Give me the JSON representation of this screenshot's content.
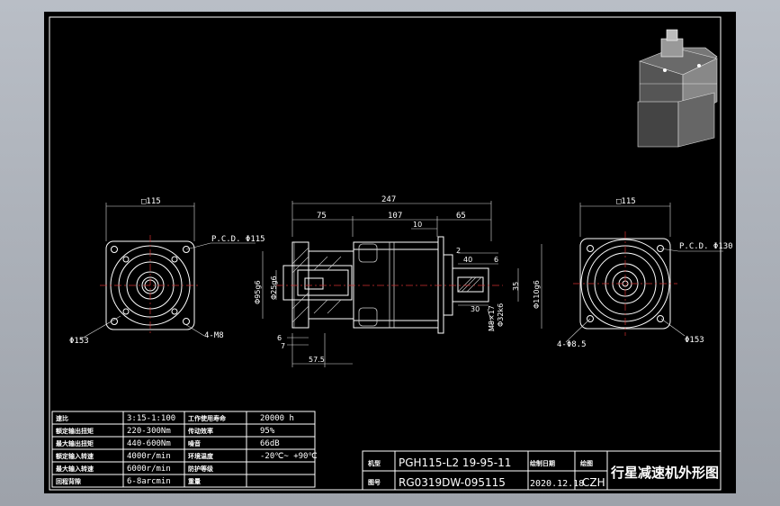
{
  "drawing": {
    "left_view": {
      "width_label": "□115",
      "pcd_label": "P.C.D. Φ115",
      "flange_dia": "Φ153",
      "holes_label": "4-M8"
    },
    "side_view": {
      "overall": "247",
      "seg_a": "75",
      "seg_b": "107",
      "seg_c": "65",
      "d_10": "10",
      "d_2": "2",
      "d_40": "40",
      "d_6": "6",
      "d_30": "30",
      "d_35": "35",
      "dia_95": "Φ95g6",
      "dia_25": "Φ25g6",
      "m8_17": "M8×17",
      "dia_110": "Φ110g6",
      "dia_32": "Φ32k6",
      "d_6b": "6",
      "d_7": "7",
      "d_57_5": "57.5"
    },
    "right_view": {
      "width_label": "□115",
      "pcd_label": "P.C.D. Φ130",
      "holes_label": "4-Φ8.5",
      "flange_dia": "Φ153"
    }
  },
  "spec_table": {
    "rows": [
      [
        "速比",
        "3:15-1:100",
        "工作使用寿命",
        "20000 h"
      ],
      [
        "额定输出扭矩",
        "220-300Nm",
        "传动效率",
        "95%"
      ],
      [
        "最大输出扭矩",
        "440-600Nm",
        "噪音",
        "66dB"
      ],
      [
        "额定输入转速",
        "4000r/min",
        "环境温度",
        "-20℃~ +90℃"
      ],
      [
        "最大输入转速",
        "6000r/min",
        "防护等级",
        ""
      ],
      [
        "回程背隙",
        "6-8arcmin",
        "重量",
        ""
      ]
    ]
  },
  "title_block": {
    "type_label": "机型",
    "model": "PGH115-L2 19-95-11",
    "drawing_label": "图号",
    "drawing_no": "RG0319DW-095115",
    "date_label": "绘制日期",
    "date": "2020.12.18",
    "drafter_label": "绘图",
    "drafter": "CZH",
    "title": "行星减速机外形图"
  }
}
